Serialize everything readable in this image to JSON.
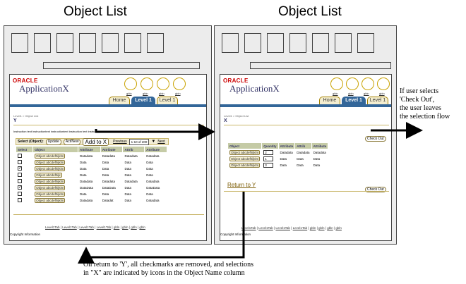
{
  "titles": {
    "left": "Object List",
    "right": "Object List"
  },
  "common": {
    "oracle": "ORACLE",
    "app_name": "ApplicationX",
    "global_labels": [
      "gbln",
      "gbln",
      "gbln",
      "gbln"
    ],
    "tabs": [
      "Home",
      "Level 1",
      "Level 1"
    ],
    "footer_links": [
      "Level1Tab",
      "Level1Tab",
      "Level1Tab",
      "Level1Tab",
      "gbln",
      "gbln",
      "gbln",
      "gbln"
    ],
    "copyright": "Copyright Information"
  },
  "left": {
    "breadcrumb": "Level1 > Object List",
    "heading": "Y",
    "instruction": "Instruction text instructiontext instructiontext instruction text instructiontext",
    "select_label": "Select (Object):",
    "update_btn": "Update",
    "actnew_btn": "Act/New",
    "addto_btn": "Add to X",
    "previous": "Previous",
    "range": "1-10 of 200",
    "next": "Next",
    "columns": [
      "Select",
      "Object",
      "Attribute",
      "Attribute",
      "Attrib",
      "Attribute"
    ],
    "rows": [
      {
        "checked": false,
        "obj": "Object abcdefhijklm",
        "c": [
          "Datadata",
          "Datadata",
          "Datadata",
          "Datadata"
        ]
      },
      {
        "checked": false,
        "obj": "Object abcdefhijklm",
        "c": [
          "Data",
          "Data",
          "Data",
          "Data"
        ]
      },
      {
        "checked": true,
        "obj": "Object abcdefhijklm",
        "c": [
          "Data",
          "Data",
          "Data",
          "Data"
        ]
      },
      {
        "checked": false,
        "obj": "Object abcdefhijk",
        "c": [
          "Data",
          "Data",
          "Data",
          "Data"
        ]
      },
      {
        "checked": false,
        "obj": "Object abcdefhijklm",
        "c": [
          "Datadata",
          "Datadata",
          "Datadata",
          "Datadata"
        ]
      },
      {
        "checked": true,
        "obj": "Object abcdefhijklm",
        "c": [
          "DataData",
          "DataData",
          "Data",
          "DataData"
        ]
      },
      {
        "checked": false,
        "obj": "Object abcdefhijklm",
        "c": [
          "Data",
          "Data",
          "Data",
          "Data"
        ]
      },
      {
        "checked": false,
        "obj": "Object abcdefhijklm",
        "c": [
          "Datadata",
          "Datadat",
          "Data",
          "Datadata"
        ]
      }
    ]
  },
  "right": {
    "breadcrumb": "Level1 > Object List",
    "heading": "X",
    "checkout_btn": "Check Out",
    "columns": [
      "Object",
      "Quantity",
      "Attribute",
      "Attrib",
      "Attribute"
    ],
    "rows": [
      {
        "obj": "Object abcdefhijklm",
        "qty": "2",
        "c": [
          "Datadata",
          "Datadata",
          "Datadata"
        ]
      },
      {
        "obj": "Object abcdefhijklm",
        "qty": "1",
        "c": [
          "Data",
          "Data",
          "Data"
        ]
      },
      {
        "obj": "Object abcdefhijklm",
        "qty": "3",
        "c": [
          "Data",
          "Data",
          "Data"
        ]
      }
    ],
    "return_link": "Return to Y"
  },
  "annotations": {
    "checkout_note": [
      "If user selects",
      "'Check Out',",
      "the user leaves",
      "the selection flow"
    ],
    "return_note": [
      "On return to 'Y', all checkmarks are removed, and selections",
      "in \"X\" are indicated by icons in the Object Name column"
    ]
  }
}
